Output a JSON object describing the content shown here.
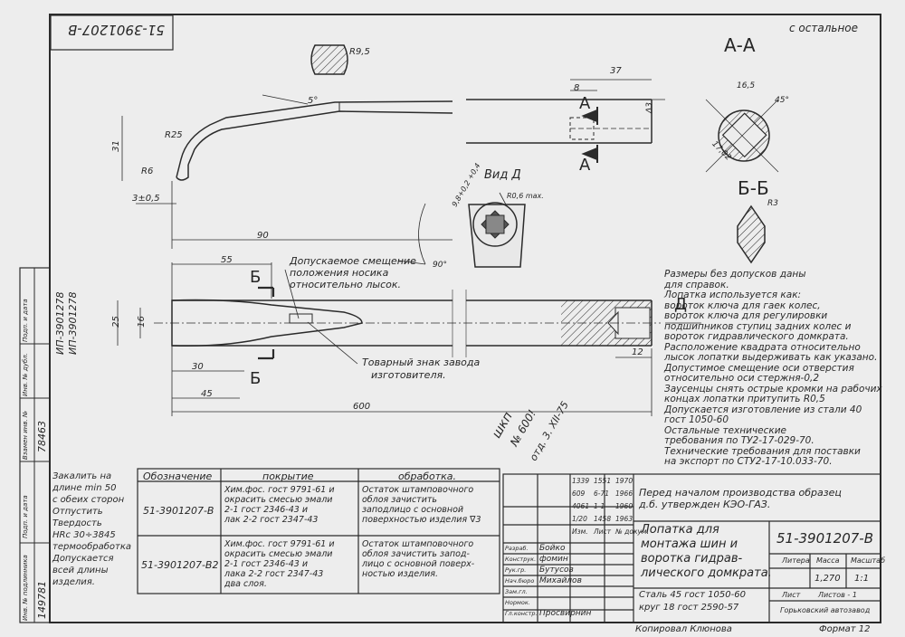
{
  "drawing_number": "51-3901207-В",
  "drawing_number_rotated": "51-3901207-В",
  "copy_note": "с остальное",
  "section_aa": "А-А",
  "section_bb": "Б-Б",
  "view_d_label": "Вид Д",
  "cut_a": "А",
  "cut_b": "Б",
  "view_d_arrow": "Д",
  "dims": {
    "r95": "R9,5",
    "r25": "R25",
    "r6": "R6",
    "d31": "31",
    "d3_05": "3±0,5",
    "d90": "90",
    "deg5": "5°",
    "d8": "8",
    "d37": "37",
    "delta3": "Δ3",
    "d165": "16,5",
    "deg45": "45°",
    "d17": "17,02",
    "d55": "55",
    "d25": "25",
    "d16": "16",
    "d30": "30",
    "d45": "45",
    "d600": "600",
    "d12": "12",
    "r06": "R0,6 max.",
    "r3": "R3",
    "deg90": "90°",
    "hex": "9,8+0,2 +0,4"
  },
  "notes": {
    "offset": [
      "Допускаемое смещение",
      "положения носика",
      "относительно лысок."
    ],
    "trademark": [
      "Товарный знак завода",
      "изготовителя."
    ],
    "general": [
      "Размеры без допусков даны",
      "для справок.",
      "Лопатка используется как:",
      "вороток ключа для гаек колес,",
      "вороток ключа для регулировки",
      "подшипников ступиц задних колес и",
      "вороток гидравлического домкрата.",
      "Расположение квадрата относительно",
      "лысок лопатки выдерживать как указано.",
      "Допустимое смещение оси отверстия",
      "относительно оси стержня-0,2",
      "Заусенцы снять острые кромки на рабочих",
      "концах лопатки притупить R0,5",
      "Допускается изготовление из стали 40",
      "гост 1050-60",
      "Остальные технические",
      "требования по ТУ2-17-029-70.",
      "Технические требования для поставки",
      "на экспорт по СТУ2-17-10.033-70."
    ],
    "heat": [
      "Закалить на",
      "длине min 50",
      "с обеих сторон",
      "Отпустить",
      "Твердость",
      "HRc 30÷3845",
      "термообработка",
      "Допускается",
      "всей длины",
      "изделия."
    ],
    "production": [
      "Перед началом производства образец",
      "д.б. утвержден КЭО-ГАЗ."
    ]
  },
  "ip_numbers": [
    "ИП-3901278",
    "ИП-3901278"
  ],
  "margin": {
    "inv_label": "Инв. № подлинника",
    "inv_value": "149781",
    "sub_label": "Подп. и дата",
    "repl_label": "Взамен инв. №",
    "repl_value": "78463",
    "dup_label": "Инв. № дубл.",
    "sig_label": "Подп. и дата"
  },
  "stamp_text": [
    "шкп",
    "№ 600!",
    "отд. 3. XII-75"
  ],
  "coating_table": {
    "headers": [
      "Обозначение",
      "покрытие",
      "обработка."
    ],
    "rows": [
      {
        "code": "51-3901207-В",
        "coating": [
          "Хим.фос. гост 9791-61 и",
          "окрасить смесью эмали",
          "2-1 гост 2346-43 и",
          "лак 2-2 гост 2347-43"
        ],
        "processing": [
          "Остаток штамповочного",
          "облоя зачистить",
          "заподлицо с основной",
          "поверхностью изделия ∇3"
        ]
      },
      {
        "code": "51-3901207-В2",
        "coating": [
          "Хим.фос. гост 9791-61 и",
          "окрасить смесью эмали",
          "2-1 гост 2346-43 и",
          "лака 2-2 гост 2347-43",
          "два слоя."
        ],
        "processing": [
          "Остаток штамповочного",
          "облоя зачистить запод-",
          "лицо с основной поверх-",
          "ностью изделия."
        ]
      }
    ]
  },
  "rev_table": {
    "rows": [
      [
        "1339",
        "1551",
        "1970"
      ],
      [
        "609",
        "6-71",
        "1966"
      ],
      [
        "4061",
        "1-1",
        "1960"
      ],
      [
        "1/20",
        "1458",
        "1963"
      ],
      [
        "Изм.",
        "Лист",
        "№ докум."
      ]
    ]
  },
  "title_block": {
    "name": [
      "Лопатка для",
      "монтажа шин и",
      "воротка гидрав-",
      "лического домкрата."
    ],
    "designation": "51-3901207-В",
    "litera_label": "Литера",
    "mass_label": "Масса",
    "scale_label": "Масштаб",
    "mass": "1,270",
    "scale": "1:1",
    "sheet_label": "Лист",
    "sheets_label": "Листов - 1",
    "material": [
      "Сталь 45 гост 1050-60",
      "круг 18 гост 2590-57"
    ],
    "company": "Горьковский автозавод",
    "roles": [
      "Разраб.",
      "Конструк.",
      "Рук.гр.",
      "Нач.бюро",
      "Зам.гл.",
      "Нормок.",
      "Гл.констр."
    ],
    "names": [
      "Бойко",
      "фомин",
      "Бутусов",
      "Михайлов",
      "",
      "",
      "Просвирнин"
    ]
  },
  "copy_made": "Копировал Клюнова",
  "format": "Формат 12"
}
